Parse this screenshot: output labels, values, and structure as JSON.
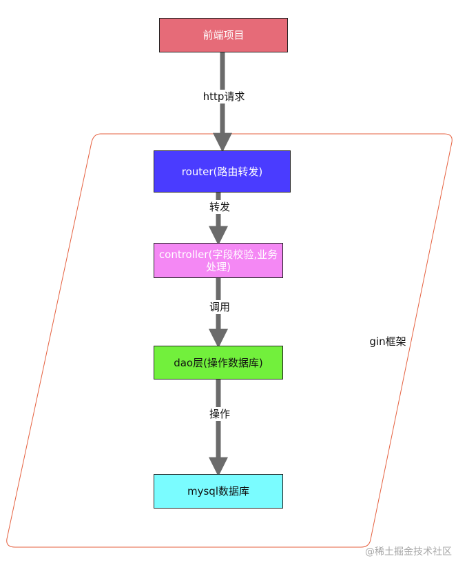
{
  "nodes": {
    "frontend": {
      "label": "前端项目",
      "color": "#e66b78"
    },
    "router": {
      "label": "router(路由转发)",
      "color": "#4a3cff"
    },
    "controller": {
      "label": "controller(字段校验,业务处理)",
      "color": "#f488f4"
    },
    "dao": {
      "label": "dao层(操作数据库)",
      "color": "#72f03c"
    },
    "mysql": {
      "label": "mysql数据库",
      "color": "#7afcff"
    }
  },
  "edges": {
    "http": {
      "label": "http请求"
    },
    "forward": {
      "label": "转发"
    },
    "call": {
      "label": "调用"
    },
    "operate": {
      "label": "操作"
    }
  },
  "container": {
    "label": "gin框架",
    "border_color": "#e5603f"
  },
  "arrow_color": "#6b6b6b",
  "watermark": "@稀土掘金技术社区"
}
